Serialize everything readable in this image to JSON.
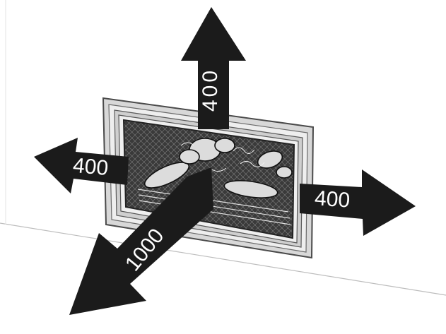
{
  "clearances": {
    "top": "400",
    "left": "400",
    "right": "400",
    "front": "1000"
  },
  "colors": {
    "arrow": "#1b1b1b",
    "frame": "#d4d4d4",
    "frame_edge": "#555555",
    "firebox": "#2a2a2a",
    "wall_line": "#bdbdbd"
  }
}
